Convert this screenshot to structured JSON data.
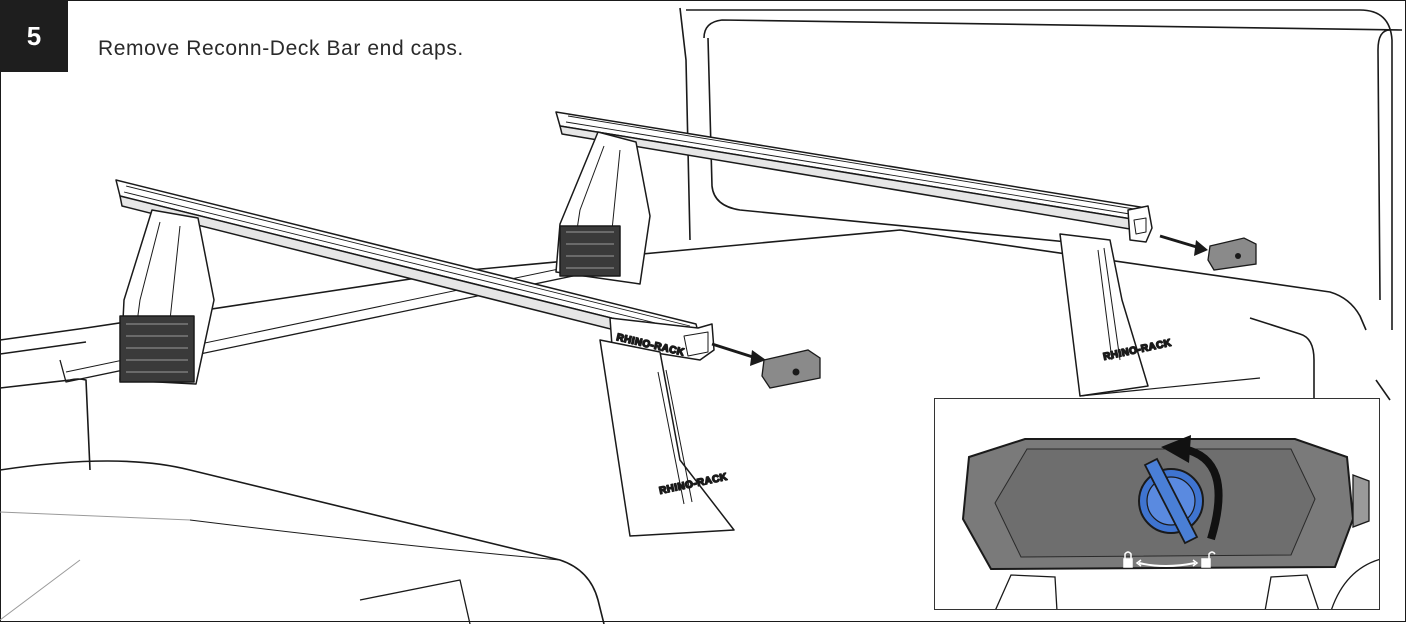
{
  "step": {
    "number": "5",
    "instruction": "Remove Reconn-Deck Bar end caps."
  },
  "brand": {
    "logo_text": "RHINO-RACK"
  },
  "inset": {
    "lock_icon_left": "lock-closed-icon",
    "lock_icon_right": "lock-open-icon",
    "rotation_arrow": "counterclockwise-arrow-icon",
    "knob_color": "#4a7fd6",
    "cap_color": "#7a7a7a"
  },
  "colors": {
    "cap_gray": "#8a8a8a",
    "line": "#1a1a1a",
    "accent_blue": "#3f74d0"
  }
}
